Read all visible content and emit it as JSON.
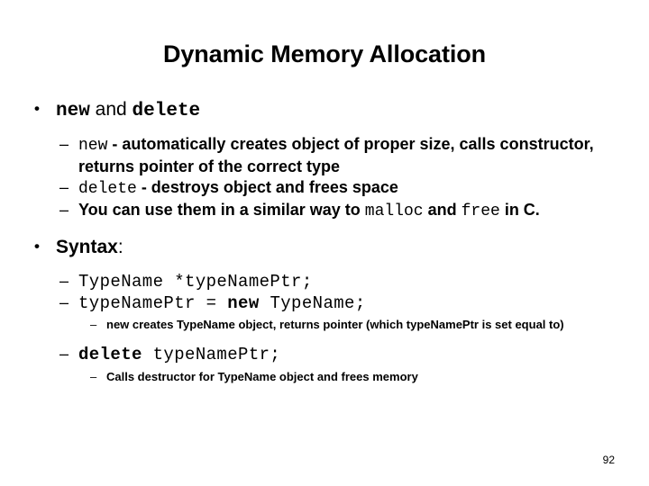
{
  "slide": {
    "title": "Dynamic Memory Allocation",
    "page_number": "92",
    "bullet_marker_level1": "•",
    "bullet_marker_level2": "–",
    "bullet_marker_level3": "–",
    "sections": [
      {
        "heading_parts": [
          {
            "text": "new",
            "style": "mono-bold"
          },
          {
            "text": " and ",
            "style": "sans-regular"
          },
          {
            "text": "delete",
            "style": "mono-bold"
          }
        ],
        "heading_plain": "new and delete"
      },
      {
        "heading_parts": [
          {
            "text": "Syntax",
            "style": "sans-bold"
          },
          {
            "text": ":",
            "style": "sans-regular"
          }
        ],
        "heading_plain": "Syntax:"
      }
    ],
    "b1_new_code": "new",
    "b1_new_desc": " - automatically creates object of proper size, calls constructor, returns pointer of the correct type",
    "b2_delete_code": "delete",
    "b2_delete_desc": " - destroys object and frees space",
    "b3_similar_pre": "You can use them in a similar way to ",
    "b3_malloc_code": "malloc",
    "b3_mid": " and ",
    "b3_free_code": "free",
    "b3_post": " in C.",
    "syntax_line1": "TypeName *typeNamePtr;",
    "syntax_line2_pre": "typeNamePtr = ",
    "syntax_line2_new": "new",
    "syntax_line2_post": " TypeName;",
    "syntax_note1": "new creates TypeName object, returns pointer (which typeNamePtr is set equal to)",
    "syntax_line3_delete": "delete",
    "syntax_line3_rest": " typeNamePtr;",
    "syntax_note2": "Calls destructor for TypeName object and frees memory"
  },
  "colors": {
    "text": "#000000",
    "background": "#ffffff"
  }
}
